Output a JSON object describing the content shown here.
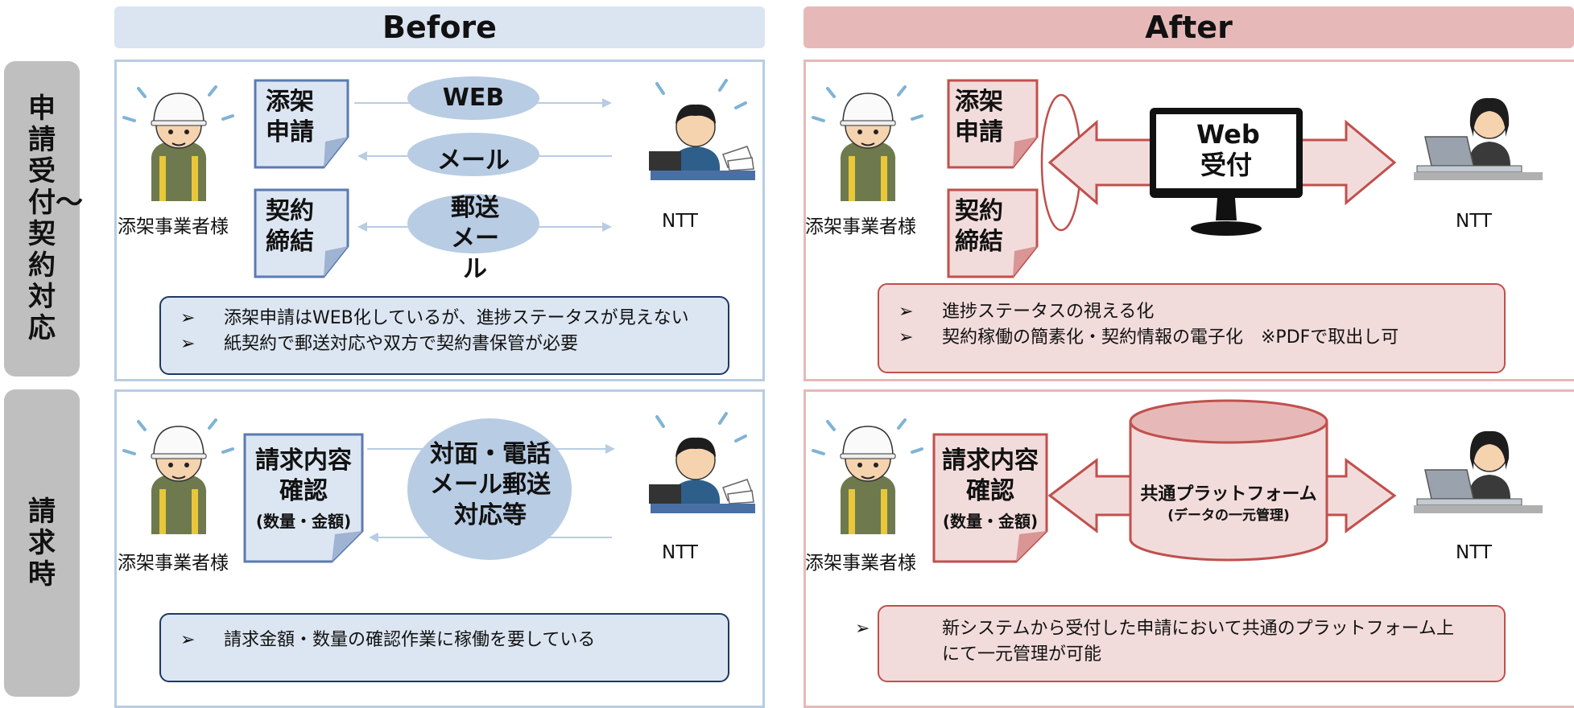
{
  "side_labels": {
    "top": "申請受付〜契約対応",
    "bottom": "請求時"
  },
  "headers": {
    "before": "Before",
    "after": "After"
  },
  "party_labels": {
    "operator": "添架事業者様",
    "ntt": "NTT"
  },
  "before_top": {
    "doc1": "添架申請",
    "doc2": "契約締結",
    "channels": [
      "WEB",
      "メール",
      "郵送メール"
    ],
    "notes": [
      "添架申請はWEB化しているが、進捗ステータスが見えない",
      "紙契約で郵送対応や双方で契約書保管が必要"
    ]
  },
  "after_top": {
    "doc1": "添架申請",
    "doc2": "契約締結",
    "monitor_text": "Web受付",
    "notes": [
      "進捗ステータスの視える化",
      "契約稼働の簡素化・契約情報の電子化　※PDFで取出し可"
    ]
  },
  "before_bottom": {
    "doc_main": "請求内容確認",
    "doc_sub": "(数量・金額)",
    "channel": "対面・電話メール郵送対応等",
    "notes": [
      "請求金額・数量の確認作業に稼働を要している"
    ]
  },
  "after_bottom": {
    "doc_main": "請求内容確認",
    "doc_sub": "(数量・金額)",
    "platform_title": "共通プラットフォーム",
    "platform_sub": "(データの一元管理)",
    "notes": [
      "新システムから受付した申請において共通のプラットフォーム上にて一元管理が可能"
    ]
  },
  "colors": {
    "before_header": "#dbe4f1",
    "after_header": "#e6b9b8",
    "before_border": "#b8cce4",
    "after_border": "#e6b9b8",
    "before_fill": "#dce6f2",
    "after_fill": "#f2dcdb",
    "before_stroke": "#1f3864",
    "after_stroke": "#c0504d",
    "ellipse": "#b8cce4",
    "side_tab": "#bfbfbf"
  },
  "icons": [
    "worker-helmet-icon",
    "stressed-ntt-staff-icon",
    "laptop-operator-icon",
    "desktop-monitor-icon",
    "database-cylinder-icon"
  ]
}
